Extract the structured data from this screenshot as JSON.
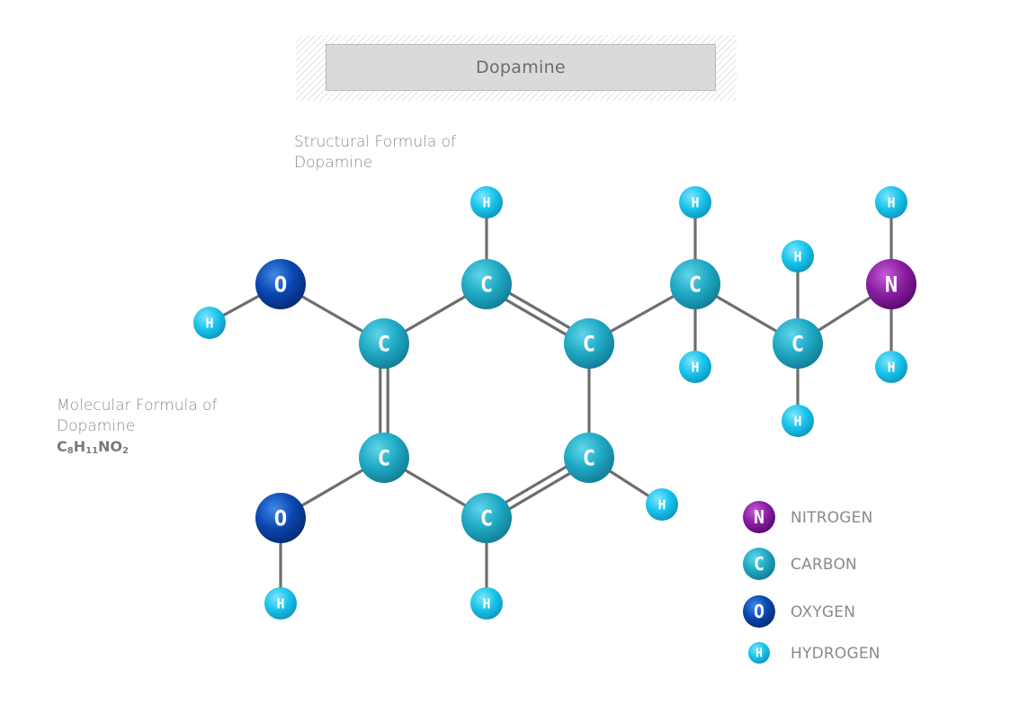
{
  "title": "Dopamine",
  "structural_caption": "Structural Formula of Dopamine",
  "molecular_caption": "Molecular Formula of Dopamine",
  "formula": {
    "parts": [
      {
        "text": "C",
        "sub": "8"
      },
      {
        "text": "H",
        "sub": "11"
      },
      {
        "text": "NO",
        "sub": "2"
      }
    ]
  },
  "colors": {
    "nitrogen": "#8a1ea0",
    "carbon": "#1fa9c4",
    "oxygen": "#0a46b0",
    "hydrogen": "#18c4ec",
    "bond": "#6e6e6e"
  },
  "molecule": {
    "atoms": [
      {
        "id": "O1",
        "element": "oxygen",
        "symbol": "O"
      },
      {
        "id": "H1",
        "element": "hydrogen",
        "symbol": "H"
      },
      {
        "id": "C1",
        "element": "carbon",
        "symbol": "C"
      },
      {
        "id": "C2",
        "element": "carbon",
        "symbol": "C"
      },
      {
        "id": "H2",
        "element": "hydrogen",
        "symbol": "H"
      },
      {
        "id": "C3",
        "element": "carbon",
        "symbol": "C"
      },
      {
        "id": "C4",
        "element": "carbon",
        "symbol": "C"
      },
      {
        "id": "H3",
        "element": "hydrogen",
        "symbol": "H"
      },
      {
        "id": "C5",
        "element": "carbon",
        "symbol": "C"
      },
      {
        "id": "H4",
        "element": "hydrogen",
        "symbol": "H"
      },
      {
        "id": "C6",
        "element": "carbon",
        "symbol": "C"
      },
      {
        "id": "O2",
        "element": "oxygen",
        "symbol": "O"
      },
      {
        "id": "H5",
        "element": "hydrogen",
        "symbol": "H"
      },
      {
        "id": "C7",
        "element": "carbon",
        "symbol": "C"
      },
      {
        "id": "H6",
        "element": "hydrogen",
        "symbol": "H"
      },
      {
        "id": "H7",
        "element": "hydrogen",
        "symbol": "H"
      },
      {
        "id": "C8",
        "element": "carbon",
        "symbol": "C"
      },
      {
        "id": "H8",
        "element": "hydrogen",
        "symbol": "H"
      },
      {
        "id": "H9",
        "element": "hydrogen",
        "symbol": "H"
      },
      {
        "id": "N1",
        "element": "nitrogen",
        "symbol": "N"
      },
      {
        "id": "H10",
        "element": "hydrogen",
        "symbol": "H"
      },
      {
        "id": "H11",
        "element": "hydrogen",
        "symbol": "H"
      }
    ],
    "bonds": [
      {
        "from": "O1",
        "to": "H1",
        "order": 1
      },
      {
        "from": "O1",
        "to": "C1",
        "order": 1
      },
      {
        "from": "C1",
        "to": "C2",
        "order": 1
      },
      {
        "from": "C2",
        "to": "H2",
        "order": 1
      },
      {
        "from": "C2",
        "to": "C3",
        "order": 2
      },
      {
        "from": "C1",
        "to": "C6",
        "order": 2
      },
      {
        "from": "C6",
        "to": "O2",
        "order": 1
      },
      {
        "from": "O2",
        "to": "H5",
        "order": 1
      },
      {
        "from": "C6",
        "to": "C5",
        "order": 1
      },
      {
        "from": "C5",
        "to": "H4",
        "order": 1
      },
      {
        "from": "C5",
        "to": "C4",
        "order": 2
      },
      {
        "from": "C4",
        "to": "H3",
        "order": 1
      },
      {
        "from": "C4",
        "to": "C3",
        "order": 1
      },
      {
        "from": "C3",
        "to": "C7",
        "order": 1
      },
      {
        "from": "C7",
        "to": "H6",
        "order": 1
      },
      {
        "from": "C7",
        "to": "H7",
        "order": 1
      },
      {
        "from": "C7",
        "to": "C8",
        "order": 1
      },
      {
        "from": "C8",
        "to": "H8",
        "order": 1
      },
      {
        "from": "C8",
        "to": "H9",
        "order": 1
      },
      {
        "from": "C8",
        "to": "N1",
        "order": 1
      },
      {
        "from": "N1",
        "to": "H10",
        "order": 1
      },
      {
        "from": "N1",
        "to": "H11",
        "order": 1
      }
    ]
  },
  "legend": [
    {
      "element": "nitrogen",
      "symbol": "N",
      "label": "NITROGEN"
    },
    {
      "element": "carbon",
      "symbol": "C",
      "label": "CARBON"
    },
    {
      "element": "oxygen",
      "symbol": "O",
      "label": "OXYGEN"
    },
    {
      "element": "hydrogen",
      "symbol": "H",
      "label": "HYDROGEN"
    }
  ]
}
